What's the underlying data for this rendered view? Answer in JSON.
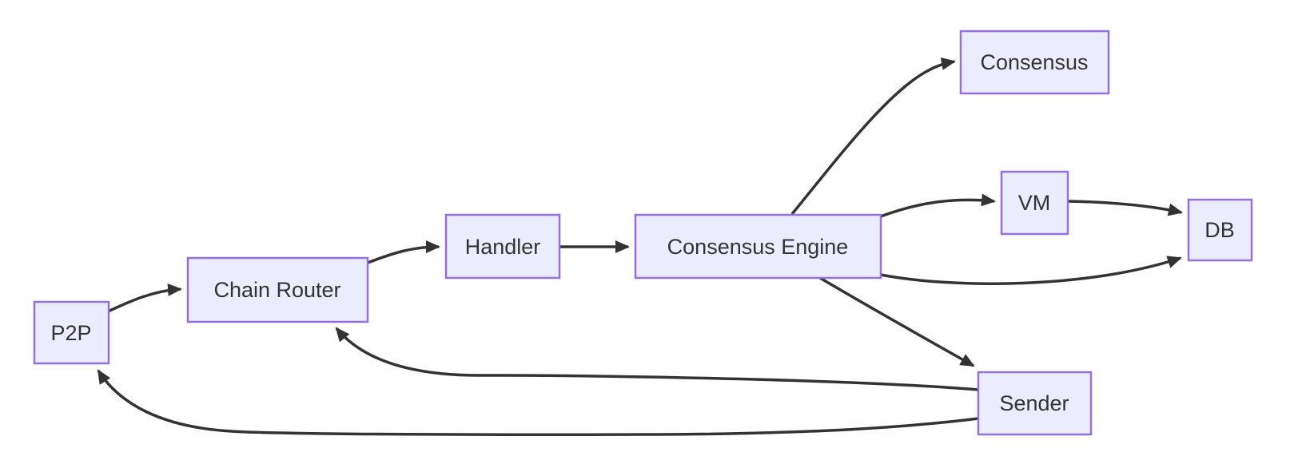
{
  "diagram": {
    "type": "flowchart",
    "direction": "left-to-right",
    "background_color": "#ffffff",
    "node_fill_color": "#ECECFF",
    "node_border_color": "#9370DB",
    "text_color": "#333333",
    "edge_color": "#333333",
    "nodes": [
      {
        "id": "p2p",
        "label": "P2P"
      },
      {
        "id": "chain-router",
        "label": "Chain Router"
      },
      {
        "id": "handler",
        "label": "Handler"
      },
      {
        "id": "consensus-engine",
        "label": "Consensus Engine"
      },
      {
        "id": "consensus",
        "label": "Consensus"
      },
      {
        "id": "vm",
        "label": "VM"
      },
      {
        "id": "db",
        "label": "DB"
      },
      {
        "id": "sender",
        "label": "Sender"
      }
    ],
    "edges": [
      {
        "from": "P2P",
        "to": "Chain Router"
      },
      {
        "from": "Chain Router",
        "to": "Handler"
      },
      {
        "from": "Handler",
        "to": "Consensus Engine"
      },
      {
        "from": "Consensus Engine",
        "to": "Consensus"
      },
      {
        "from": "Consensus Engine",
        "to": "VM"
      },
      {
        "from": "VM",
        "to": "DB"
      },
      {
        "from": "Consensus Engine",
        "to": "DB"
      },
      {
        "from": "Consensus Engine",
        "to": "Sender"
      },
      {
        "from": "Sender",
        "to": "Chain Router"
      },
      {
        "from": "Sender",
        "to": "P2P"
      }
    ]
  }
}
